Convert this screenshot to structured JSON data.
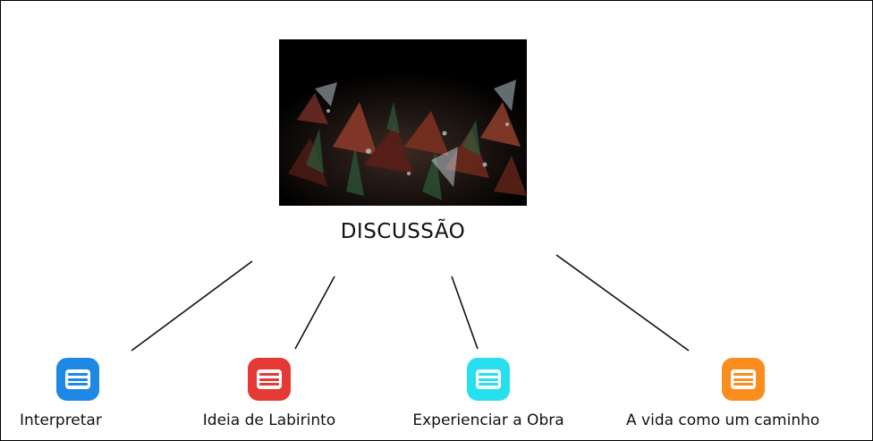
{
  "diagram": {
    "central_label": "DISCUSSÃO",
    "nodes": [
      {
        "label": "Interpretar",
        "color": "#1e88e5",
        "icon": "list-icon"
      },
      {
        "label": "Ideia de Labirinto",
        "color": "#e53935",
        "icon": "list-icon"
      },
      {
        "label": "Experienciar a Obra",
        "color": "#26e0f0",
        "icon": "list-icon"
      },
      {
        "label": "A vida como um caminho",
        "color": "#fb8c1e",
        "icon": "list-icon"
      }
    ]
  }
}
